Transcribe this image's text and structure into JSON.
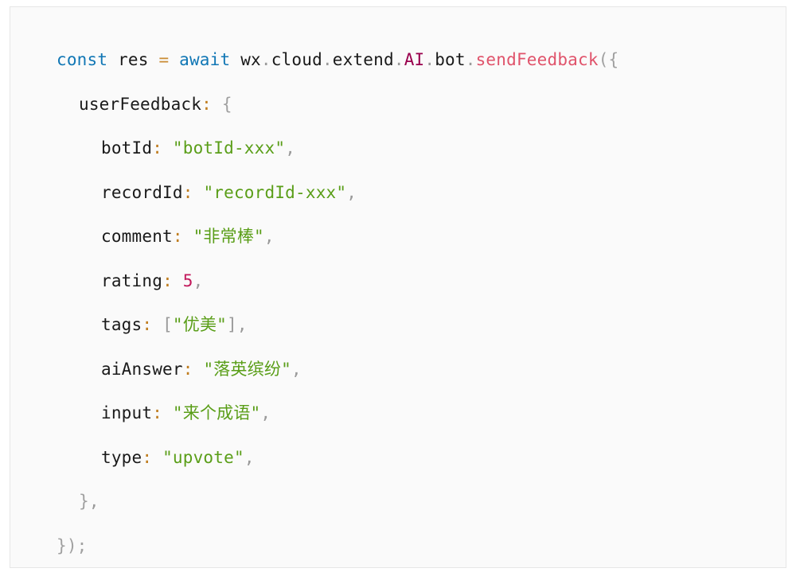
{
  "code_block": {
    "language": "javascript",
    "background": "#fafafa",
    "border_color": "#e6e6e6",
    "colors": {
      "keyword": "#1177b5",
      "plain": "#1a1a1a",
      "namespace": "#99004d",
      "function": "#e0536b",
      "string": "#5a9e18",
      "number": "#c2185b",
      "punctuation": "#9a9a9a",
      "colon": "#c07d20",
      "operator": "#c98b33"
    },
    "lines": [
      {
        "indent": 0,
        "tokens": [
          {
            "t": "const",
            "k": "keyword"
          },
          {
            "t": " ",
            "k": "plain"
          },
          {
            "t": "res",
            "k": "plain"
          },
          {
            "t": " ",
            "k": "plain"
          },
          {
            "t": "=",
            "k": "op"
          },
          {
            "t": " ",
            "k": "plain"
          },
          {
            "t": "await",
            "k": "keyword"
          },
          {
            "t": " ",
            "k": "plain"
          },
          {
            "t": "wx",
            "k": "plain"
          },
          {
            "t": ".",
            "k": "dot"
          },
          {
            "t": "cloud",
            "k": "plain"
          },
          {
            "t": ".",
            "k": "dot"
          },
          {
            "t": "extend",
            "k": "plain"
          },
          {
            "t": ".",
            "k": "dot"
          },
          {
            "t": "AI",
            "k": "ns"
          },
          {
            "t": ".",
            "k": "dot"
          },
          {
            "t": "bot",
            "k": "plain"
          },
          {
            "t": ".",
            "k": "dot"
          },
          {
            "t": "sendFeedback",
            "k": "fn"
          },
          {
            "t": "({",
            "k": "punct"
          }
        ]
      },
      {
        "indent": 1,
        "tokens": [
          {
            "t": "userFeedback",
            "k": "prop"
          },
          {
            "t": ":",
            "k": "colon"
          },
          {
            "t": " ",
            "k": "plain"
          },
          {
            "t": "{",
            "k": "punct"
          }
        ]
      },
      {
        "indent": 2,
        "tokens": [
          {
            "t": "botId",
            "k": "prop"
          },
          {
            "t": ":",
            "k": "colon"
          },
          {
            "t": " ",
            "k": "plain"
          },
          {
            "t": "\"botId-xxx\"",
            "k": "string"
          },
          {
            "t": ",",
            "k": "comma"
          }
        ]
      },
      {
        "indent": 2,
        "tokens": [
          {
            "t": "recordId",
            "k": "prop"
          },
          {
            "t": ":",
            "k": "colon"
          },
          {
            "t": " ",
            "k": "plain"
          },
          {
            "t": "\"recordId-xxx\"",
            "k": "string"
          },
          {
            "t": ",",
            "k": "comma"
          }
        ]
      },
      {
        "indent": 2,
        "tokens": [
          {
            "t": "comment",
            "k": "prop"
          },
          {
            "t": ":",
            "k": "colon"
          },
          {
            "t": " ",
            "k": "plain"
          },
          {
            "t": "\"非常棒\"",
            "k": "string"
          },
          {
            "t": ",",
            "k": "comma"
          }
        ]
      },
      {
        "indent": 2,
        "tokens": [
          {
            "t": "rating",
            "k": "prop"
          },
          {
            "t": ":",
            "k": "colon"
          },
          {
            "t": " ",
            "k": "plain"
          },
          {
            "t": "5",
            "k": "number"
          },
          {
            "t": ",",
            "k": "comma"
          }
        ]
      },
      {
        "indent": 2,
        "tokens": [
          {
            "t": "tags",
            "k": "prop"
          },
          {
            "t": ":",
            "k": "colon"
          },
          {
            "t": " ",
            "k": "plain"
          },
          {
            "t": "[",
            "k": "bracket"
          },
          {
            "t": "\"优美\"",
            "k": "string"
          },
          {
            "t": "]",
            "k": "bracket"
          },
          {
            "t": ",",
            "k": "comma"
          }
        ]
      },
      {
        "indent": 2,
        "tokens": [
          {
            "t": "aiAnswer",
            "k": "prop"
          },
          {
            "t": ":",
            "k": "colon"
          },
          {
            "t": " ",
            "k": "plain"
          },
          {
            "t": "\"落英缤纷\"",
            "k": "string"
          },
          {
            "t": ",",
            "k": "comma"
          }
        ]
      },
      {
        "indent": 2,
        "tokens": [
          {
            "t": "input",
            "k": "prop"
          },
          {
            "t": ":",
            "k": "colon"
          },
          {
            "t": " ",
            "k": "plain"
          },
          {
            "t": "\"来个成语\"",
            "k": "string"
          },
          {
            "t": ",",
            "k": "comma"
          }
        ]
      },
      {
        "indent": 2,
        "tokens": [
          {
            "t": "type",
            "k": "prop"
          },
          {
            "t": ":",
            "k": "colon"
          },
          {
            "t": " ",
            "k": "plain"
          },
          {
            "t": "\"upvote\"",
            "k": "string"
          },
          {
            "t": ",",
            "k": "comma"
          }
        ]
      },
      {
        "indent": 1,
        "tokens": [
          {
            "t": "}",
            "k": "punct"
          },
          {
            "t": ",",
            "k": "comma"
          }
        ]
      },
      {
        "indent": 0,
        "tokens": [
          {
            "t": "});",
            "k": "punct"
          }
        ]
      }
    ]
  }
}
